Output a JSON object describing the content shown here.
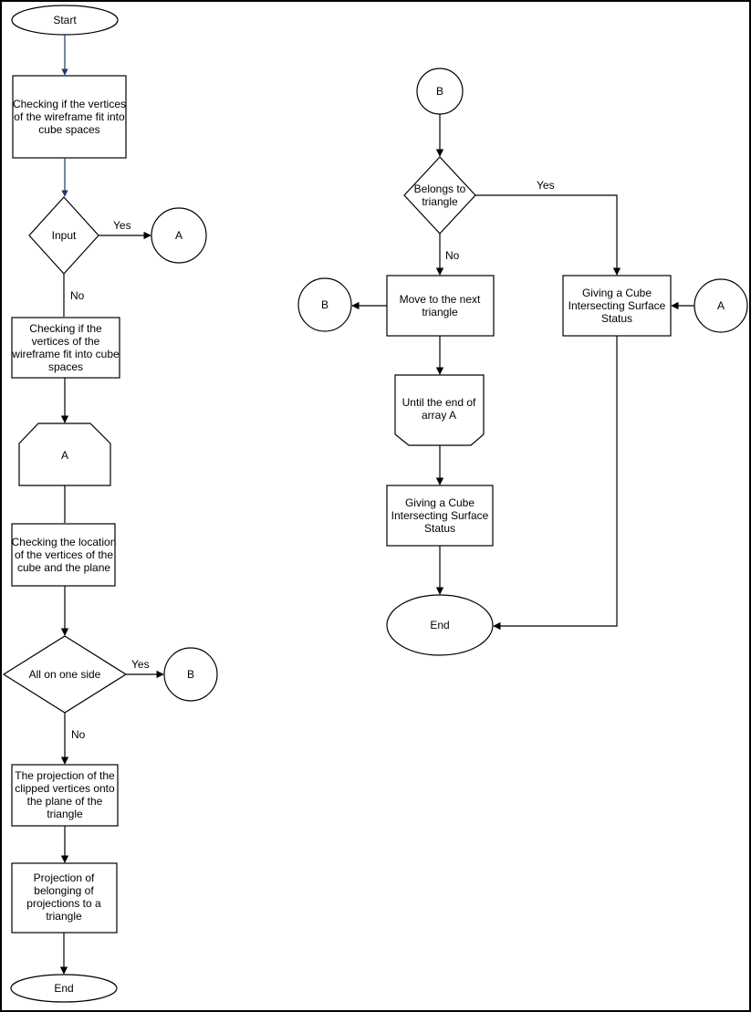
{
  "nodes": {
    "start": {
      "lines": [
        "Start"
      ]
    },
    "check_vertices_1": {
      "lines": [
        "Checking if the vertices",
        "of the wireframe fit into",
        "cube spaces"
      ]
    },
    "input_decision": {
      "lines": [
        "Input"
      ]
    },
    "connector_a_left": {
      "lines": [
        "A"
      ]
    },
    "check_vertices_2": {
      "lines": [
        "Checking if the",
        "vertices of the",
        "wireframe fit into cube",
        "spaces"
      ]
    },
    "loop_start_a": {
      "lines": [
        "A"
      ]
    },
    "check_location": {
      "lines": [
        "Checking the location",
        "of the vertices of the",
        "cube and the plane"
      ]
    },
    "all_one_side_decision": {
      "lines": [
        "All on one side"
      ]
    },
    "connector_b_left": {
      "lines": [
        "B"
      ]
    },
    "projection_clipped": {
      "lines": [
        "The projection of the",
        "clipped vertices onto",
        "the plane of the",
        "triangle"
      ]
    },
    "projection_belonging": {
      "lines": [
        "Projection of",
        "belonging of",
        "projections to a",
        "triangle"
      ]
    },
    "end_left": {
      "lines": [
        "End"
      ]
    },
    "connector_b_top": {
      "lines": [
        "B"
      ]
    },
    "belongs_triangle_decision": {
      "lines": [
        "Belongs to",
        "triangle"
      ]
    },
    "connector_b_right": {
      "lines": [
        "B"
      ]
    },
    "move_next_triangle": {
      "lines": [
        "Move to the next",
        "triangle"
      ]
    },
    "loop_end_array": {
      "lines": [
        "Until the end of",
        "array A"
      ]
    },
    "giving_status_1": {
      "lines": [
        "Giving a Cube",
        "Intersecting Surface",
        "Status"
      ]
    },
    "end_right": {
      "lines": [
        "End"
      ]
    },
    "giving_status_2": {
      "lines": [
        "Giving a Cube",
        "Intersecting Surface",
        "Status"
      ]
    },
    "connector_a_right": {
      "lines": [
        "A"
      ]
    }
  },
  "edge_labels": {
    "input_yes": "Yes",
    "input_no": "No",
    "side_yes": "Yes",
    "side_no": "No",
    "belongs_yes": "Yes",
    "belongs_no": "No"
  },
  "colors": {
    "stroke": "#000000",
    "start_connector": "#1f3864",
    "fill": "#ffffff"
  }
}
